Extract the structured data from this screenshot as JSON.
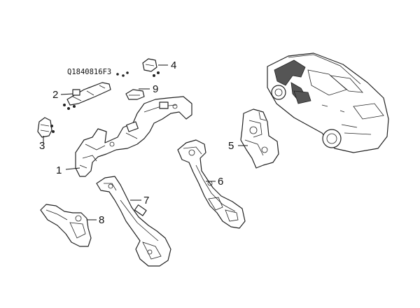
{
  "diagram": {
    "code": "Q1840816F3",
    "callouts": [
      "1",
      "2",
      "3",
      "4",
      "5",
      "6",
      "7",
      "8",
      "9"
    ]
  }
}
